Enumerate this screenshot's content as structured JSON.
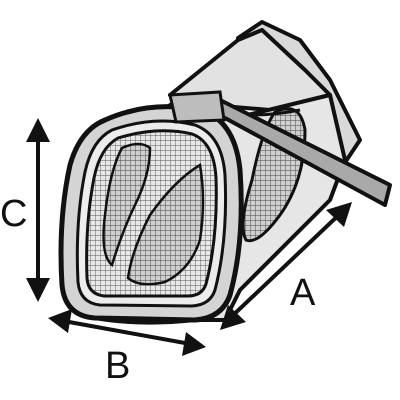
{
  "diagram": {
    "colors": {
      "outline": "#111111",
      "panel_light": "#d9d9d9",
      "panel_mid": "#bdbdbd",
      "mesh": "#555555",
      "strap": "#a9a9a9",
      "background": "#ffffff"
    },
    "dimensions": {
      "length_label": "A",
      "width_label": "B",
      "height_label": "C"
    },
    "object": {
      "icon": "pet-carrier-bag-icon"
    }
  }
}
